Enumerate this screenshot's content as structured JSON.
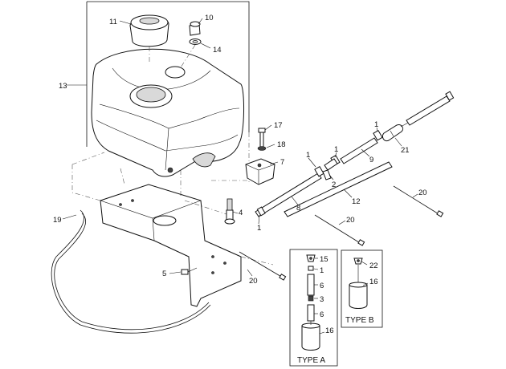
{
  "callouts": {
    "c1a": "1",
    "c1b": "1",
    "c1c": "1",
    "c1d": "1",
    "c1e": "1",
    "c2": "2",
    "c3": "3",
    "c4": "4",
    "c5": "5",
    "c6a": "6",
    "c6b": "6",
    "c7": "7",
    "c8": "8",
    "c9": "9",
    "c10": "10",
    "c11": "11",
    "c12": "12",
    "c13": "13",
    "c14": "14",
    "c15": "15",
    "c16a": "16",
    "c16b": "16",
    "c17": "17",
    "c18": "18",
    "c19": "19",
    "c20a": "20",
    "c20b": "20",
    "c20c": "20",
    "c21": "21",
    "c22": "22"
  },
  "insets": {
    "type_a": "TYPE A",
    "type_b": "TYPE B"
  }
}
